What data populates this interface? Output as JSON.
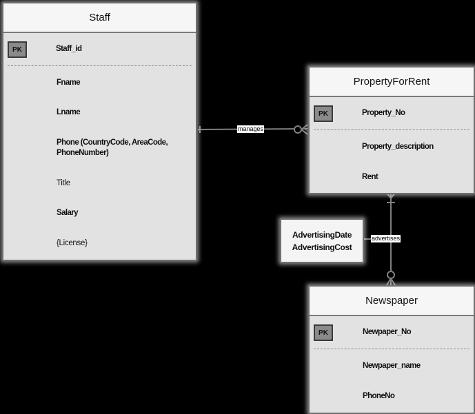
{
  "entities": {
    "staff": {
      "title": "Staff",
      "pk_badge": "PK",
      "pk_attr": "Staff_id",
      "attrs": [
        "Fname",
        "Lname",
        "Phone (CountryCode, AreaCode, PhoneNumber)",
        "Title",
        "Salary",
        "{License}"
      ]
    },
    "property": {
      "title": "PropertyForRent",
      "pk_badge": "PK",
      "pk_attr": "Property_No",
      "attrs": [
        "Property_description",
        "Rent"
      ]
    },
    "newspaper": {
      "title": "Newspaper",
      "pk_badge": "PK",
      "pk_attr": "Newpaper_No",
      "attrs": [
        "Newpaper_name",
        "PhoneNo"
      ]
    }
  },
  "relationships": {
    "manages": "manages",
    "advertises": "advertises"
  },
  "relationship_attributes": {
    "advertises": [
      "AdvertisingDate",
      "AdvertisingCost"
    ]
  },
  "colors": {
    "background": "#000000",
    "entity_body": "#e2e2e2",
    "entity_header": "#f6f6f6",
    "pk_badge": "#8a8a8a",
    "connector": "#808080"
  }
}
